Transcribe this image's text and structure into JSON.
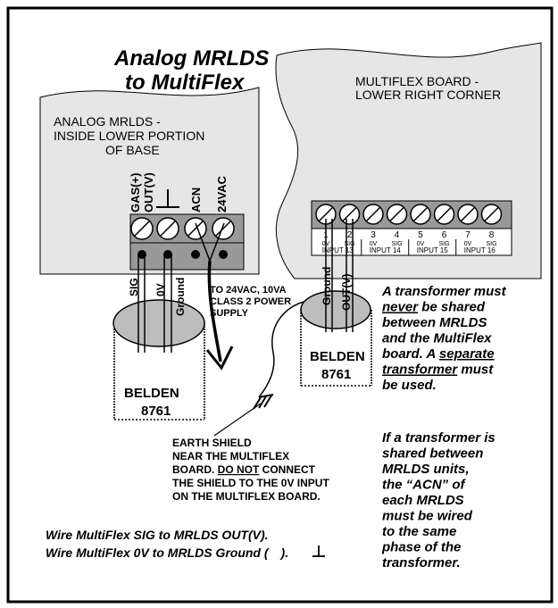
{
  "title": {
    "line1": "Analog MRLDS",
    "line2": "to MultiFlex"
  },
  "mrlds_board": {
    "label_lines": [
      "ANALOG MRLDS -",
      "INSIDE LOWER PORTION",
      "OF BASE"
    ],
    "terminals": [
      "GAS(+)",
      "OUT(V)",
      "ACN",
      "24VAC"
    ]
  },
  "multiflex_board": {
    "label_lines": [
      "MULTIFLEX BOARD -",
      "LOWER RIGHT CORNER"
    ],
    "terminal_numbers": [
      "1",
      "2",
      "3",
      "4",
      "5",
      "6",
      "7",
      "8"
    ],
    "terminal_labels": [
      "0V",
      "SIG",
      "0V",
      "SIG",
      "0V",
      "SIG",
      "0V",
      "SIG"
    ],
    "input_labels": [
      "INPUT 13",
      "INPUT 14",
      "INPUT 15",
      "INPUT 16"
    ]
  },
  "wire_labels": {
    "sig": "SIG",
    "zero_v": "0V",
    "ground": "Ground",
    "mf_ground": "Ground",
    "mf_out": "OUT(V)"
  },
  "power_supply_lines": [
    "TO 24VAC, 10VA",
    "CLASS 2 POWER",
    "SUPPLY"
  ],
  "cable_left": {
    "line1": "BELDEN",
    "line2": "8761"
  },
  "cable_right": {
    "line1": "BELDEN",
    "line2": "8761"
  },
  "earth_shield_lines": [
    {
      "pre": "EARTH SHIELD",
      "u": "",
      "post": ""
    },
    {
      "pre": "NEAR THE MULTIFLEX",
      "u": "",
      "post": ""
    },
    {
      "pre": "BOARD. ",
      "u": "DO NOT",
      "post": " CONNECT"
    },
    {
      "pre": "THE SHIELD TO THE 0V INPUT",
      "u": "",
      "post": ""
    },
    {
      "pre": "ON THE MULTIFLEX BOARD.",
      "u": "",
      "post": ""
    }
  ],
  "transformer_note_lines": [
    {
      "pre": "A transformer must",
      "u": "",
      "post": ""
    },
    {
      "pre": "",
      "u": "never",
      "post": " be shared"
    },
    {
      "pre": "between MRLDS",
      "u": "",
      "post": ""
    },
    {
      "pre": "and the MultiFlex",
      "u": "",
      "post": ""
    },
    {
      "pre": "board. A ",
      "u": "separate",
      "post": ""
    },
    {
      "pre": "",
      "u": "transformer",
      "post": " must"
    },
    {
      "pre": "be used.",
      "u": "",
      "post": ""
    }
  ],
  "acn_note_lines": [
    "If a transformer is",
    "shared between",
    "MRLDS units,",
    "the “ACN” of",
    "each MRLDS",
    "must be wired",
    "to the same",
    "phase of the",
    "transformer."
  ],
  "wire_instructions": {
    "line1": "Wire MultiFlex SIG to MRLDS OUT(V).",
    "line2_pre": "Wire MultiFlex 0V to MRLDS Ground (",
    "line2_post": ")."
  },
  "colors": {
    "board_fill": "#e6e6e6",
    "terminal_strip": "#999999",
    "cable_fill": "#bdbdbd",
    "line": "#000000"
  }
}
